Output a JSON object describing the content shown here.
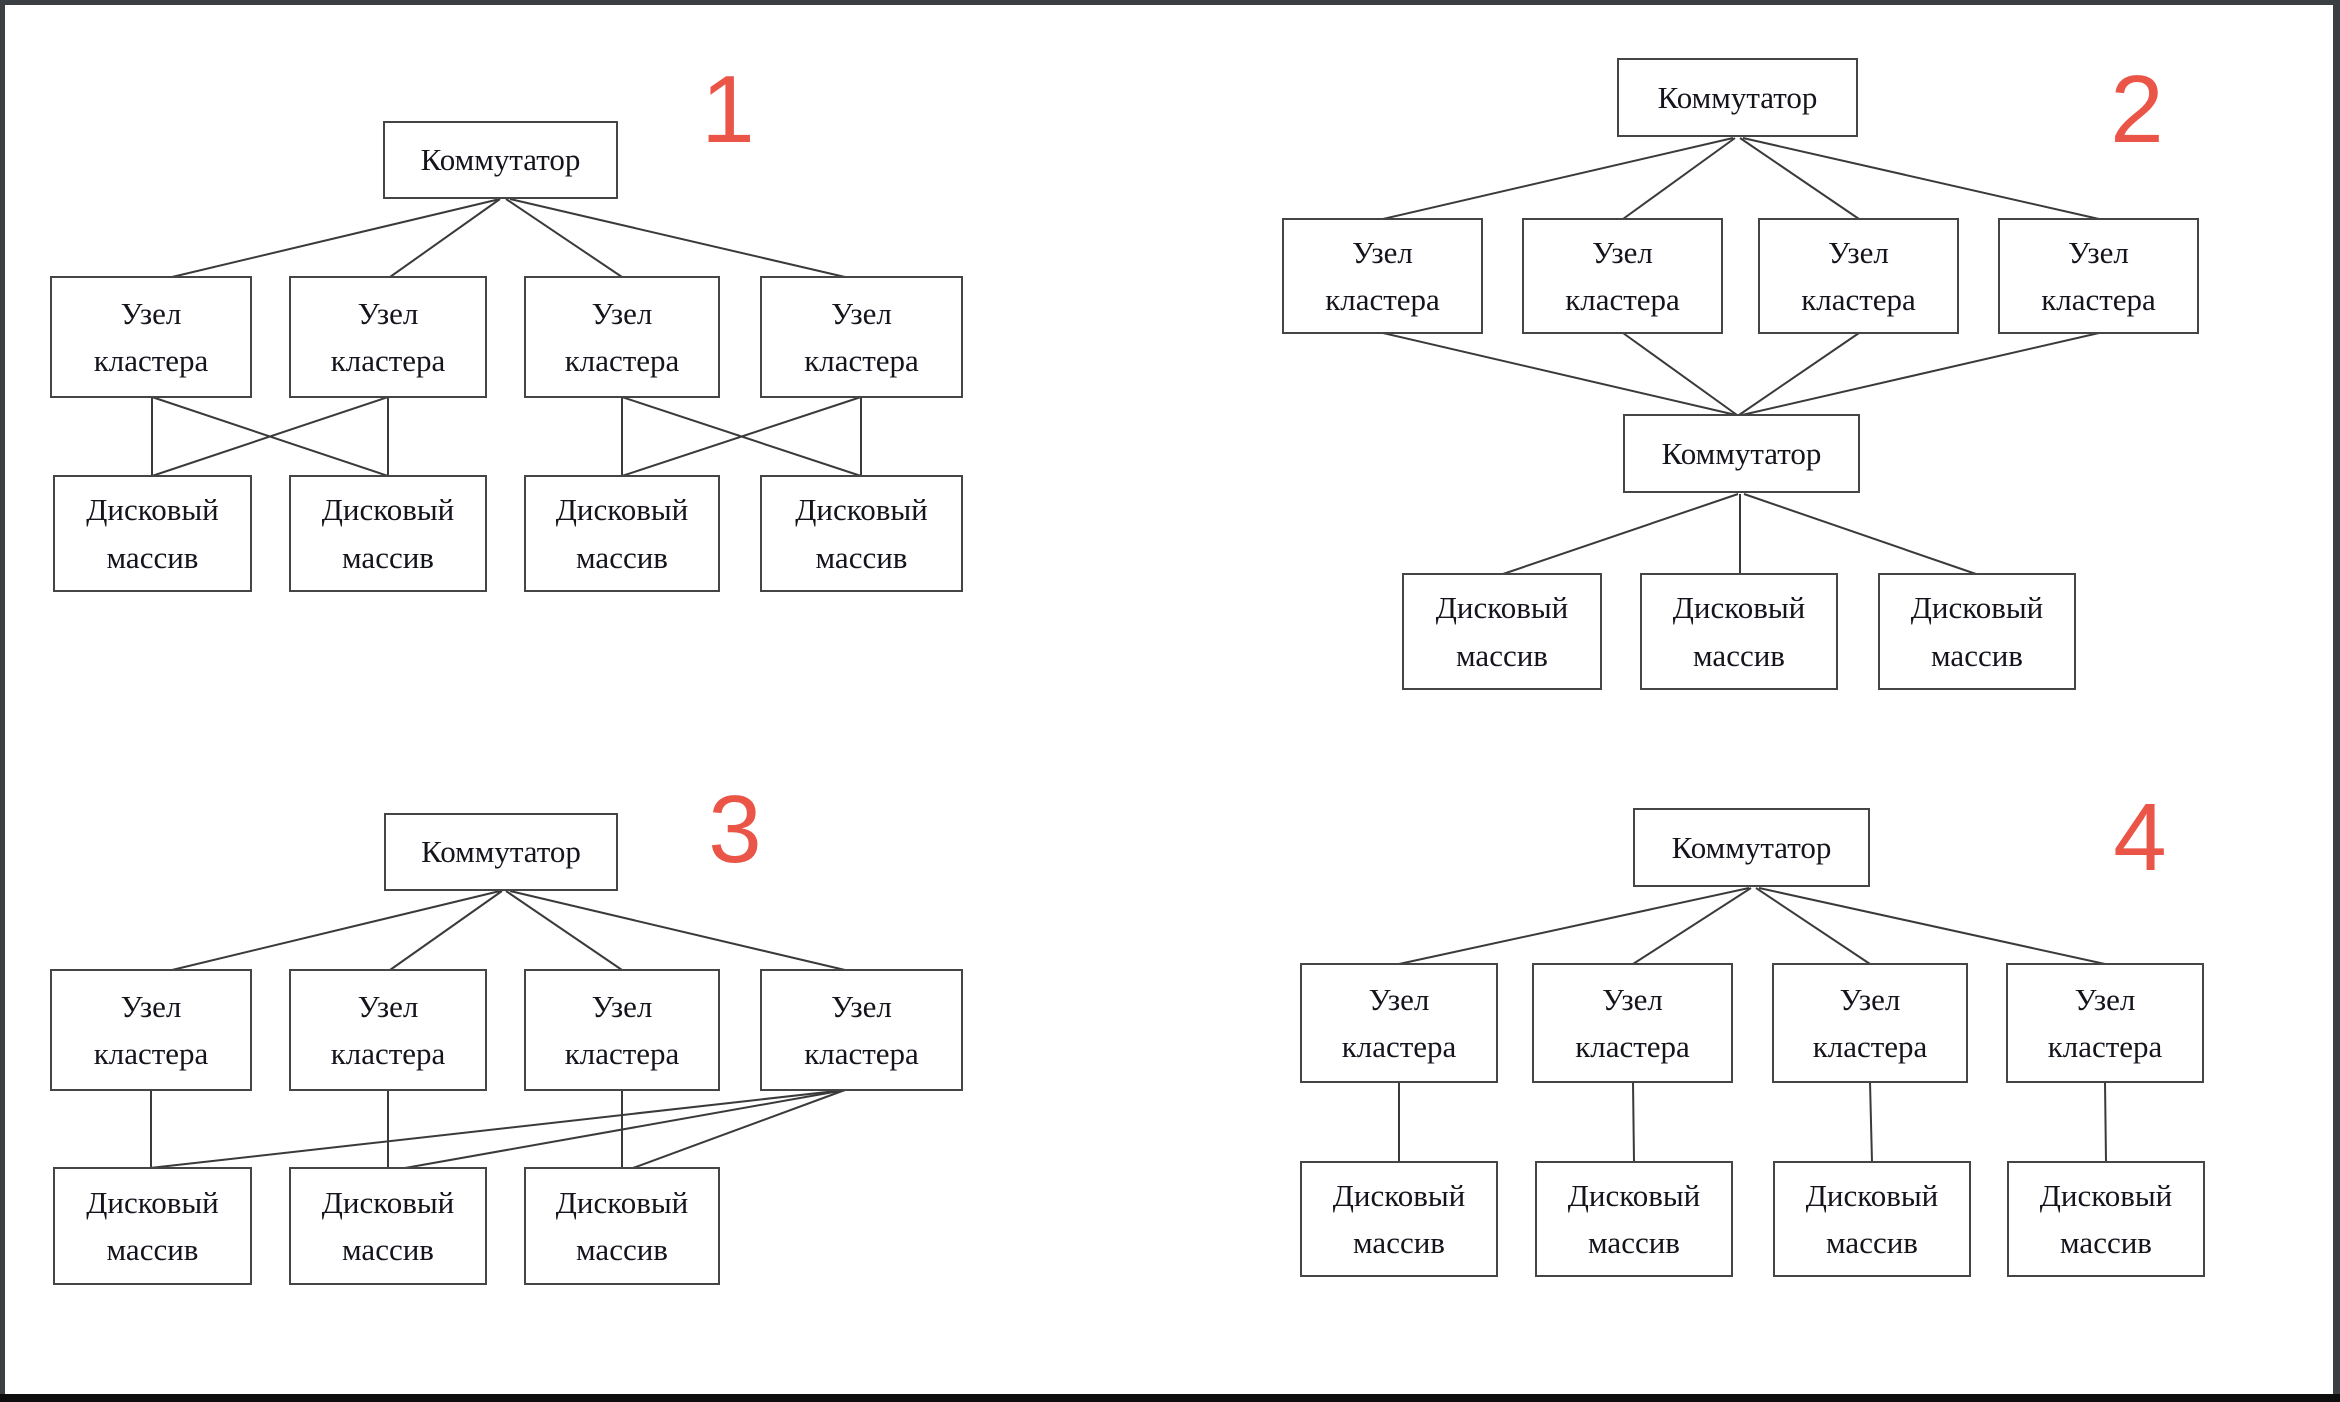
{
  "page": {
    "background_color": "#ffffff",
    "frame_color": "#3b3e43",
    "accent_red": "#ea5548",
    "line_color": "#3a3a3a"
  },
  "labels": {
    "switch": "Коммутатор",
    "cluster_node": "Узел кластера",
    "disk_array": "Дисковый массив"
  },
  "diagrams": [
    {
      "number": "1",
      "type": "diagram",
      "switches": 1,
      "cluster_nodes": 4,
      "disk_arrays": 4
    },
    {
      "number": "2",
      "type": "diagram",
      "switches": 2,
      "cluster_nodes": 4,
      "disk_arrays": 3
    },
    {
      "number": "3",
      "type": "diagram",
      "switches": 1,
      "cluster_nodes": 4,
      "disk_arrays": 3
    },
    {
      "number": "4",
      "type": "diagram",
      "switches": 1,
      "cluster_nodes": 4,
      "disk_arrays": 4
    }
  ]
}
